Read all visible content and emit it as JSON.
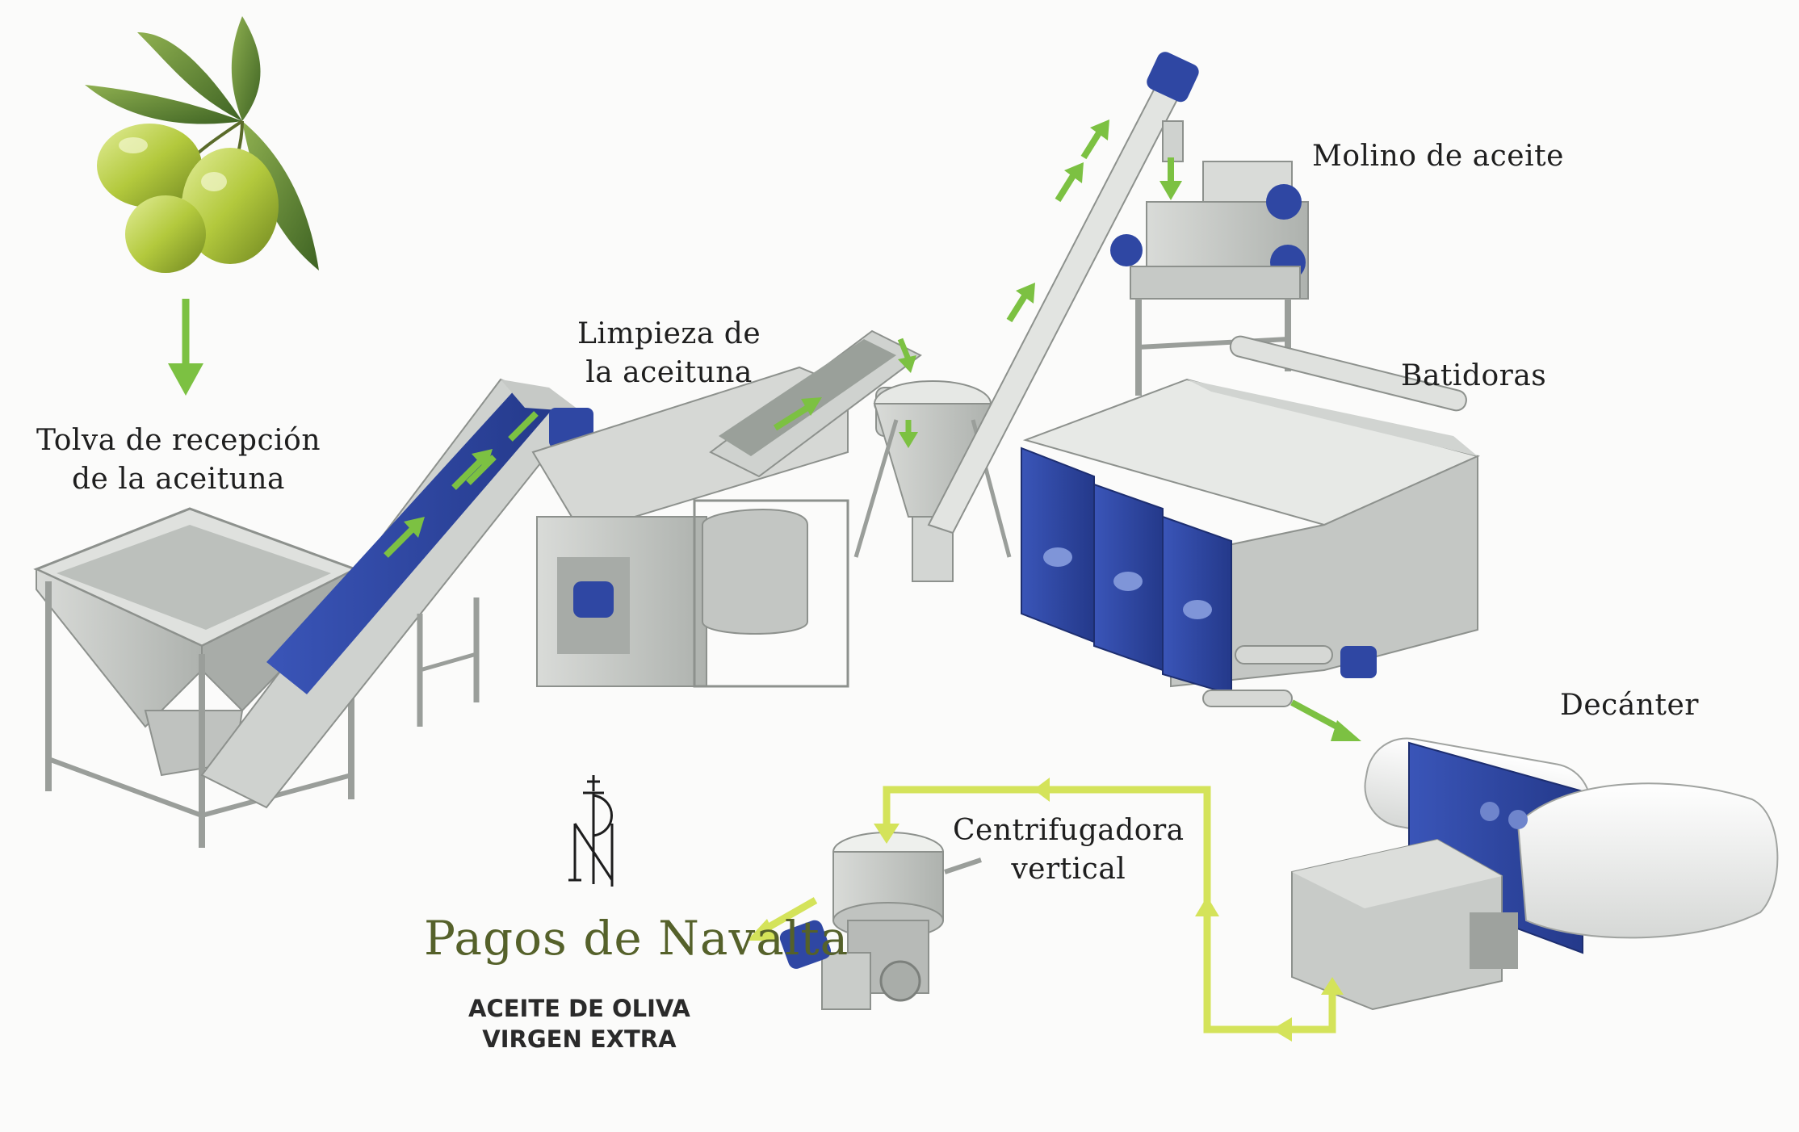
{
  "labels": {
    "tolva": {
      "line1": "Tolva de recepción",
      "line2": "de la aceituna"
    },
    "limpieza": {
      "line1": "Limpieza de",
      "line2": "la aceituna"
    },
    "molino": {
      "line1": "Molino de aceite"
    },
    "batidoras": {
      "line1": "Batidoras"
    },
    "decanter": {
      "line1": "Decánter"
    },
    "centrifugadora": {
      "line1": "Centrifugadora",
      "line2": "vertical"
    }
  },
  "brand": {
    "name": "Pagos de Navalta",
    "tagline_line1": "ACEITE DE OLIVA",
    "tagline_line2": "VIRGEN EXTRA",
    "logo_icon": "pn-monogram-cross-icon"
  },
  "colors": {
    "flow_arrow": "#7cc142",
    "output_arrow": "#d4e35a",
    "machine_blue": "#2f47a3",
    "machine_grey": "#c9ccc9",
    "olive": "#a9c239",
    "brand_text": "#55612a"
  }
}
